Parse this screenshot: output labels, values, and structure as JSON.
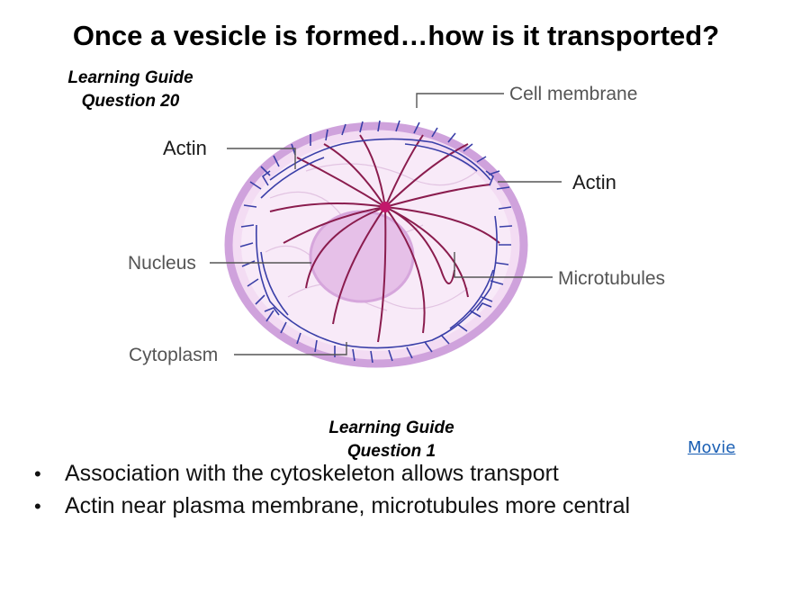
{
  "title": "Once a vesicle is formed…how is it transported?",
  "guide_top": {
    "line1": "Learning Guide",
    "line2": "Question 20"
  },
  "guide_bottom": {
    "line1": "Learning Guide",
    "line2": "Question 1"
  },
  "movie_link": "Movie",
  "bullets": [
    "Association with the cytoskeleton allows transport",
    "Actin near plasma membrane, microtubules more central"
  ],
  "diagram_labels": {
    "cell_membrane": "Cell membrane",
    "actin_left": "Actin",
    "actin_right": "Actin",
    "nucleus": "Nucleus",
    "microtubules": "Microtubules",
    "cytoplasm": "Cytoplasm"
  },
  "colors": {
    "membrane": "#c89ad6",
    "cytoplasm": "#f6e6f6",
    "nucleus": "#e8c2e8",
    "actin": "#3a3fa8",
    "microtubules": "#8a1c4e",
    "centrosome": "#c2186b"
  }
}
